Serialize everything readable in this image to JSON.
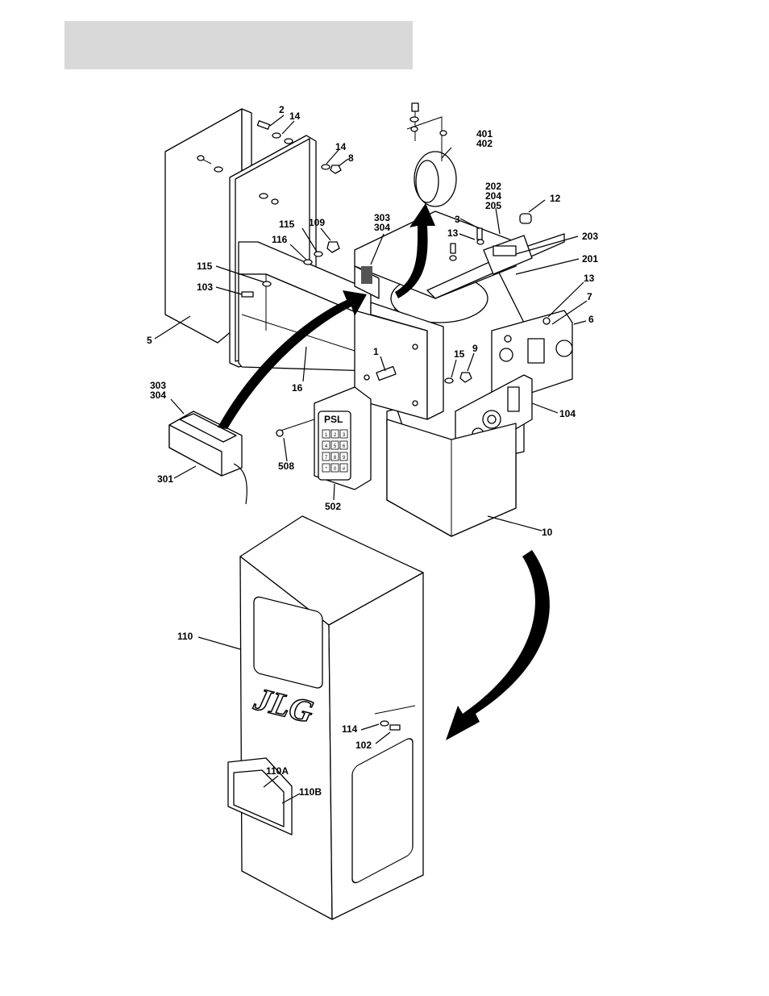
{
  "header": {
    "color": "#d9d9d9"
  },
  "brand": {
    "logo_text": "JLG",
    "keypad_brand": "PSL"
  },
  "callouts": {
    "c2": "2",
    "c14a": "14",
    "c14b": "14",
    "c8": "8",
    "c115a": "115",
    "c109": "109",
    "c116": "116",
    "c115b": "115",
    "c103": "103",
    "c5": "5",
    "c303a": "303",
    "c304a": "304",
    "c401": "401",
    "c402": "402",
    "c202": "202",
    "c204": "204",
    "c205": "205",
    "c12": "12",
    "c3": "3",
    "c13a": "13",
    "c203": "203",
    "c201": "201",
    "c13b": "13",
    "c7": "7",
    "c6": "6",
    "c1": "1",
    "c15": "15",
    "c9": "9",
    "c16": "16",
    "c104": "104",
    "c303b": "303",
    "c304b": "304",
    "c301": "301",
    "c508": "508",
    "c502": "502",
    "c10": "10",
    "c110": "110",
    "c114": "114",
    "c102": "102",
    "c110a": "110A",
    "c110b": "110B"
  },
  "keypad_keys": [
    "1",
    "2",
    "3",
    "4",
    "5",
    "6",
    "7",
    "8",
    "9",
    "*",
    "0",
    "#"
  ]
}
